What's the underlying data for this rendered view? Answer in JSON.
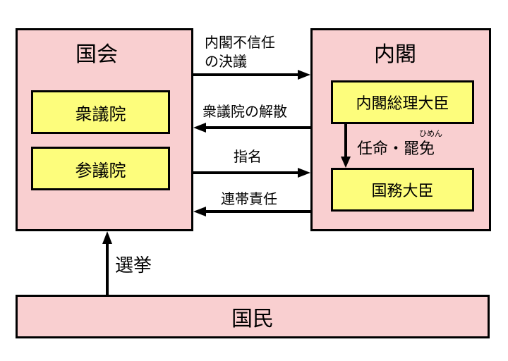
{
  "diet": {
    "title": "国会",
    "lower_house": "衆議院",
    "upper_house": "参議院"
  },
  "cabinet": {
    "title": "内閣",
    "prime_minister": "内閣総理大臣",
    "ministers": "国務大臣"
  },
  "people": {
    "title": "国民"
  },
  "relations": {
    "no_confidence_line1": "内閣不信任",
    "no_confidence_line2": "の決議",
    "dissolution": "衆議院の解散",
    "nomination": "指名",
    "joint_responsibility": "連帯責任",
    "appoint_dismiss": "任命・罷免",
    "dismiss_reading": "ひめん",
    "election": "選挙"
  },
  "colors": {
    "pink": "#f9cfd0",
    "yellow": "#fdfd7c",
    "line": "#000000"
  }
}
